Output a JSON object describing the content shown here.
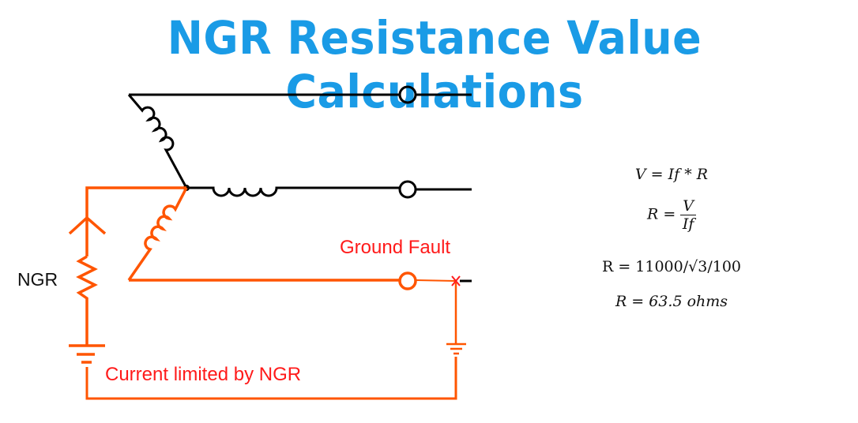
{
  "title": "NGR Resistance Value Calculations",
  "diagram": {
    "ngr_label": "NGR",
    "ground_fault_label": "Ground Fault",
    "current_label": "Current limited by NGR",
    "fault_marker": "x"
  },
  "equations": {
    "eq1": "V = If * R",
    "eq2_lhs": "R =",
    "eq2_num": "V",
    "eq2_den": "If",
    "eq3": "R = 11000/√3/100",
    "eq4": "R = 63.5 ohms"
  },
  "colors": {
    "title": "#1a9be6",
    "fault_path": "#ff5500",
    "label_red": "#ff1a1a"
  }
}
